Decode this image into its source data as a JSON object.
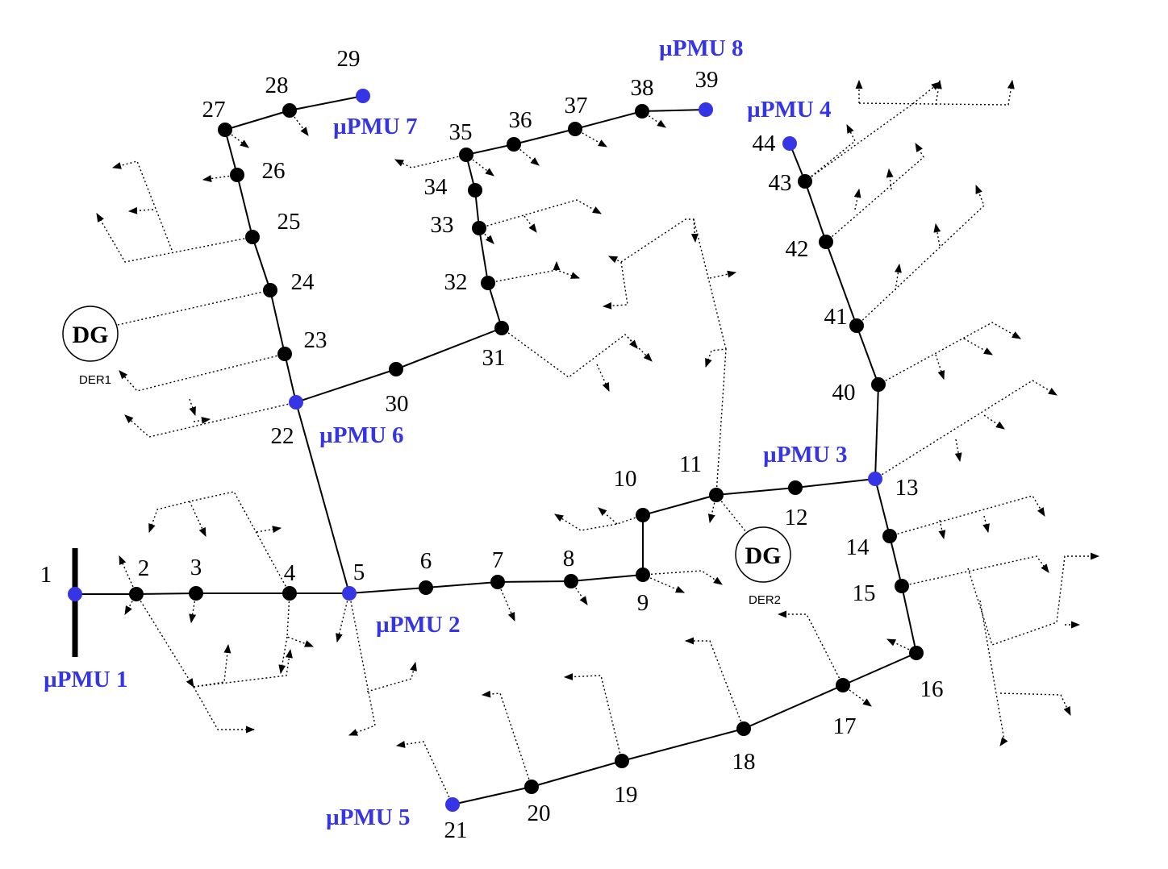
{
  "colors": {
    "pmu": "#3535e6",
    "bus": "#000000"
  },
  "buses": [
    "1",
    "2",
    "3",
    "4",
    "5",
    "6",
    "7",
    "8",
    "9",
    "10",
    "11",
    "12",
    "13",
    "14",
    "15",
    "16",
    "17",
    "18",
    "19",
    "20",
    "21",
    "22",
    "23",
    "24",
    "25",
    "26",
    "27",
    "28",
    "29",
    "30",
    "31",
    "32",
    "33",
    "34",
    "35",
    "36",
    "37",
    "38",
    "39",
    "40",
    "41",
    "42",
    "43",
    "44"
  ],
  "pmu_buses": [
    "1",
    "5",
    "13",
    "21",
    "22",
    "29",
    "39",
    "44"
  ],
  "pmu_labels": [
    "µPMU 1",
    "µPMU 2",
    "µPMU 3",
    "µPMU 4",
    "µPMU 5",
    "µPMU 6",
    "µPMU 7",
    "µPMU 8"
  ],
  "dg_units": [
    {
      "symbol": "DG",
      "name": "DER1",
      "bus": "24"
    },
    {
      "symbol": "DG",
      "name": "DER2",
      "bus": "11"
    }
  ]
}
